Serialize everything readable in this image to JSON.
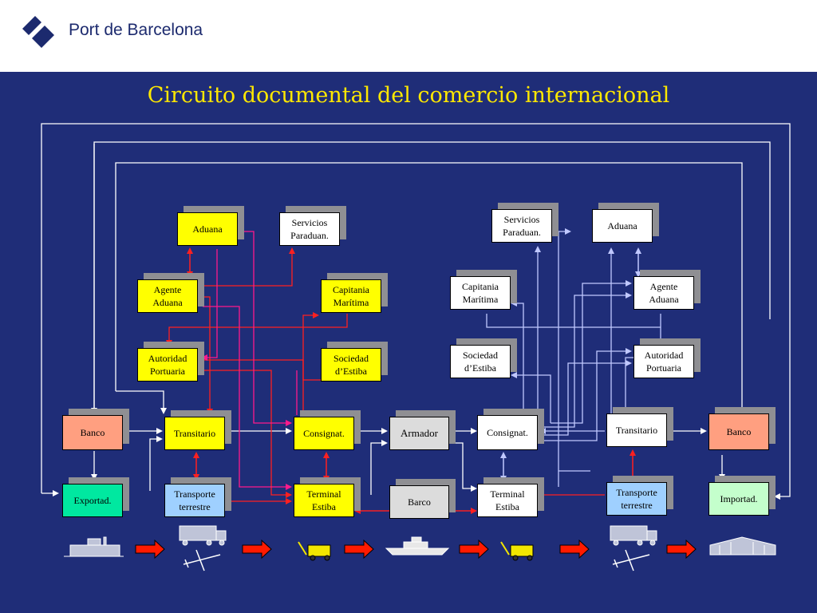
{
  "brand": {
    "name": "Port de Barcelona"
  },
  "title": "Circuito documental del comercio internacional",
  "colors": {
    "background": "#1f2d78",
    "title": "#ffe800",
    "arrow_red": "#ff2020",
    "arrow_magenta": "#ff1a8c",
    "arrow_lavender": "#c0c8ff",
    "arrow_white": "#ffffff"
  },
  "left": {
    "aduana": "Aduana",
    "servicios": "Servicios\nParaduan.",
    "agente": "Agente\nAduana",
    "capitania": "Capitania\nMarítima",
    "autoridad": "Autoridad\nPortuaria",
    "sociedad": "Sociedad\nd’Estiba",
    "banco": "Banco",
    "transitario": "Transitario",
    "consignat": "Consignat.",
    "exportad": "Exportad.",
    "transporte": "Transporte\nterrestre",
    "terminal": "Terminal\nEstiba"
  },
  "center": {
    "armador": "Armador",
    "barco": "Barco"
  },
  "right": {
    "servicios": "Servicios\nParaduan.",
    "aduana": "Aduana",
    "capitania": "Capitania\nMarítima",
    "agente": "Agente\nAduana",
    "sociedad": "Sociedad\nd’Estiba",
    "autoridad": "Autoridad\nPortuaria",
    "consignat": "Consignat.",
    "transitario": "Transitario",
    "banco": "Banco",
    "terminal": "Terminal\nEstiba",
    "transporte": "Transporte\nterrestre",
    "importad": "Importad."
  },
  "icons": [
    "factory-icon",
    "arrow-icon",
    "truck-icon",
    "airplane-icon",
    "forklift-icon",
    "ship-icon",
    "warehouse-icon"
  ]
}
